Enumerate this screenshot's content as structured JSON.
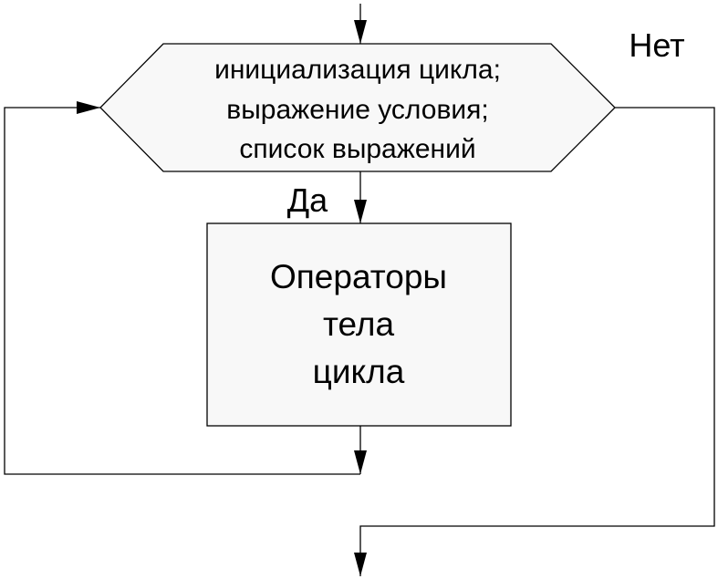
{
  "header_block": {
    "lines": [
      "инициализация цикла;",
      "выражение условия;",
      "список выражений"
    ]
  },
  "body_block": {
    "lines": [
      "Операторы",
      "тела",
      "цикла"
    ]
  },
  "labels": {
    "yes": "Да",
    "no": "Нет"
  },
  "colors": {
    "stroke": "#000000",
    "fill": "#f8f8f8"
  }
}
